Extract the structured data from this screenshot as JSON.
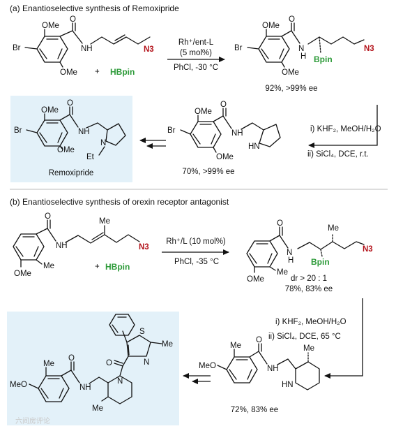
{
  "panel_a": {
    "title": "(a) Enantioselective synthesis of Remoxipride",
    "plus": "+",
    "reagent": "HBpin",
    "catalyst": "Rh⁺/ent-L",
    "loading": "(5 mol%)",
    "conditions": "PhCl, -30 °C",
    "product_yield": "92%, >99% ee",
    "step2_line1": "i) KHF₂, MeOH/H₂O",
    "step2_line2": "ii) SiCl₄, DCE, r.t.",
    "intermediate_yield": "70%, >99% ee",
    "target_name": "Remoxipride"
  },
  "panel_b": {
    "title": "(b) Enantioselective synthesis of orexin receptor antagonist",
    "plus": "+",
    "reagent": "HBpin",
    "catalyst": "Rh⁺/L (10 mol%)",
    "conditions": "PhCl, -35 °C",
    "dr": "dr > 20 : 1",
    "product_yield": "78%, 83% ee",
    "step2_line1": "i) KHF₂, MeOH/H₂O",
    "step2_line2": "ii) SiCl₄, DCE, 65 °C",
    "intermediate_yield": "72%, 83% ee"
  },
  "atoms": {
    "br": "Br",
    "ome": "OMe",
    "meo": "MeO",
    "me": "Me",
    "o": "O",
    "n": "N",
    "h": "H",
    "nh": "NH",
    "hn": "HN",
    "n3": "N3",
    "bpin": "Bpin",
    "et": "Et",
    "s": "S"
  },
  "watermark": "六间房评论"
}
